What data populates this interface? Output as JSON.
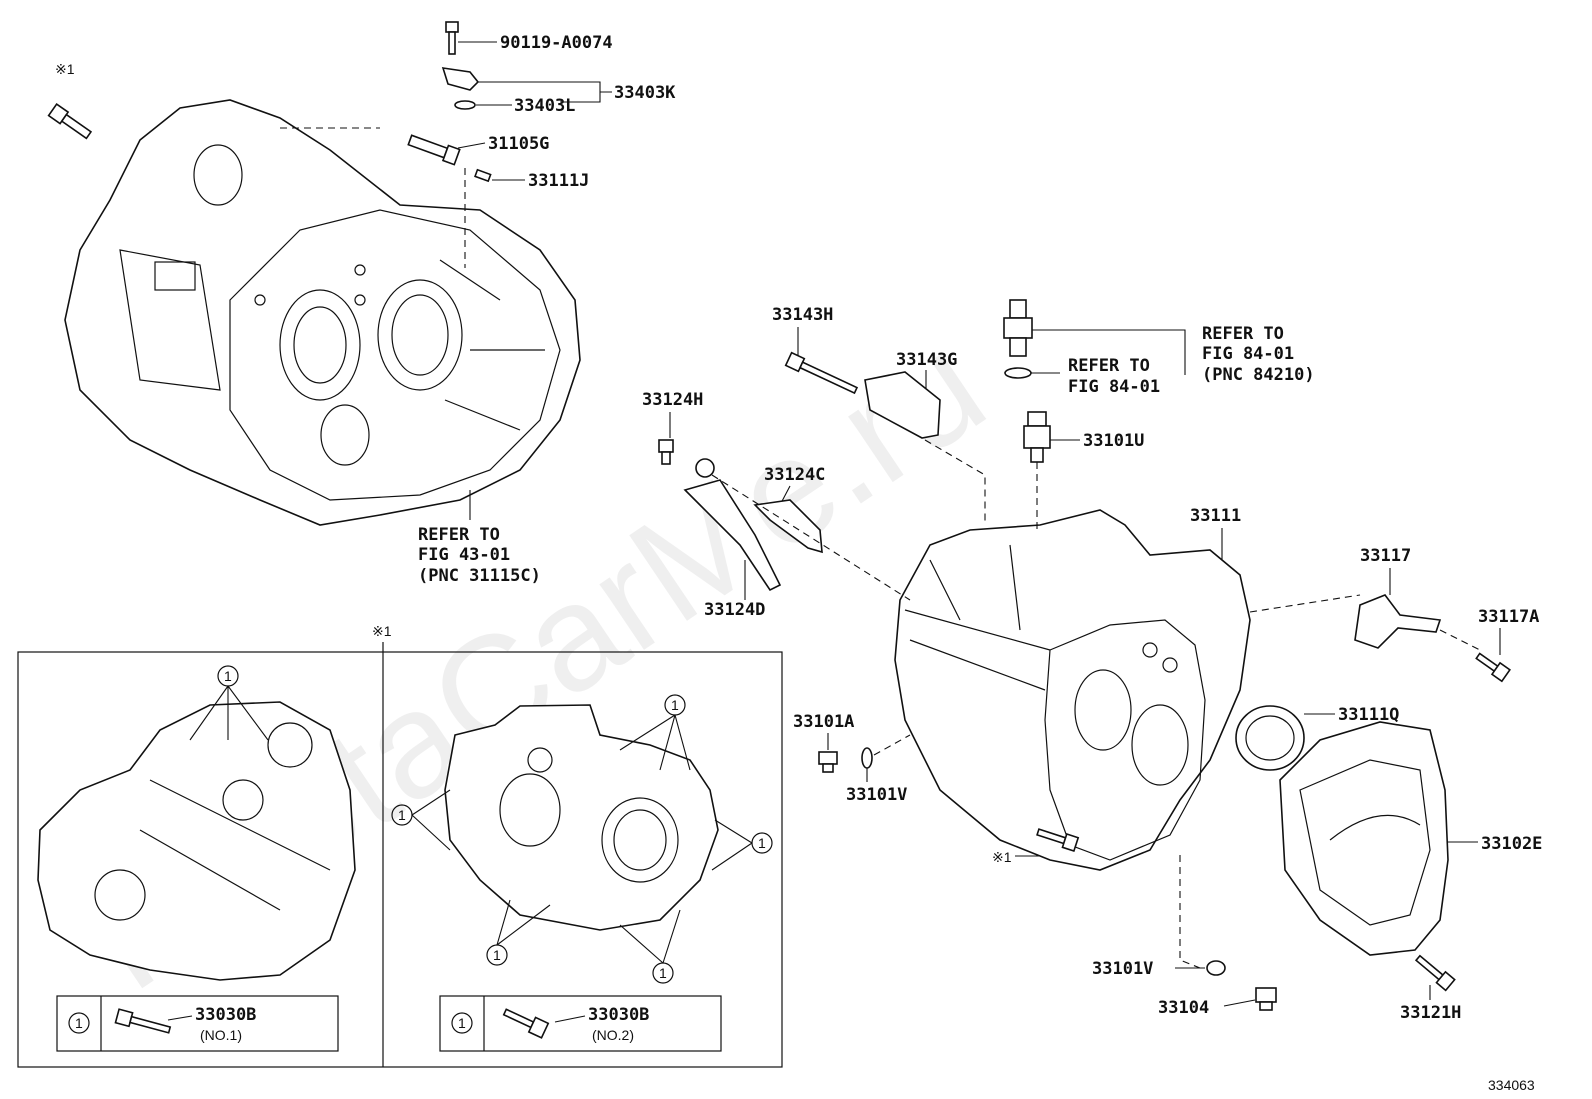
{
  "watermark": "ToyotaCarMe.ru",
  "diagram_id": "334063",
  "note_mark": "※1",
  "callout_mark": "1",
  "parts": {
    "p90119": "90119-A0074",
    "p33403K": "33403K",
    "p33403L": "33403L",
    "p31105G": "31105G",
    "p33111J": "33111J",
    "p33143H": "33143H",
    "p33143G": "33143G",
    "p33124H": "33124H",
    "p33124C": "33124C",
    "p33124D": "33124D",
    "p33101U": "33101U",
    "p33111": "33111",
    "p33117": "33117",
    "p33117A": "33117A",
    "p33111Q": "33111Q",
    "p33101A": "33101A",
    "p33101V_a": "33101V",
    "p33102E": "33102E",
    "p33101V_b": "33101V",
    "p33104": "33104",
    "p33121H": "33121H"
  },
  "references": {
    "ref_bell": [
      "REFER TO",
      "FIG 43-01",
      "(PNC 31115C)"
    ],
    "ref_sensor_a": [
      "REFER TO",
      "FIG 84-01"
    ],
    "ref_sensor_b": [
      "REFER TO",
      "FIG 84-01",
      "(PNC 84210)"
    ]
  },
  "inset_legend": [
    {
      "part": "33030B",
      "sub": "(NO.1)"
    },
    {
      "part": "33030B",
      "sub": "(NO.2)"
    }
  ]
}
